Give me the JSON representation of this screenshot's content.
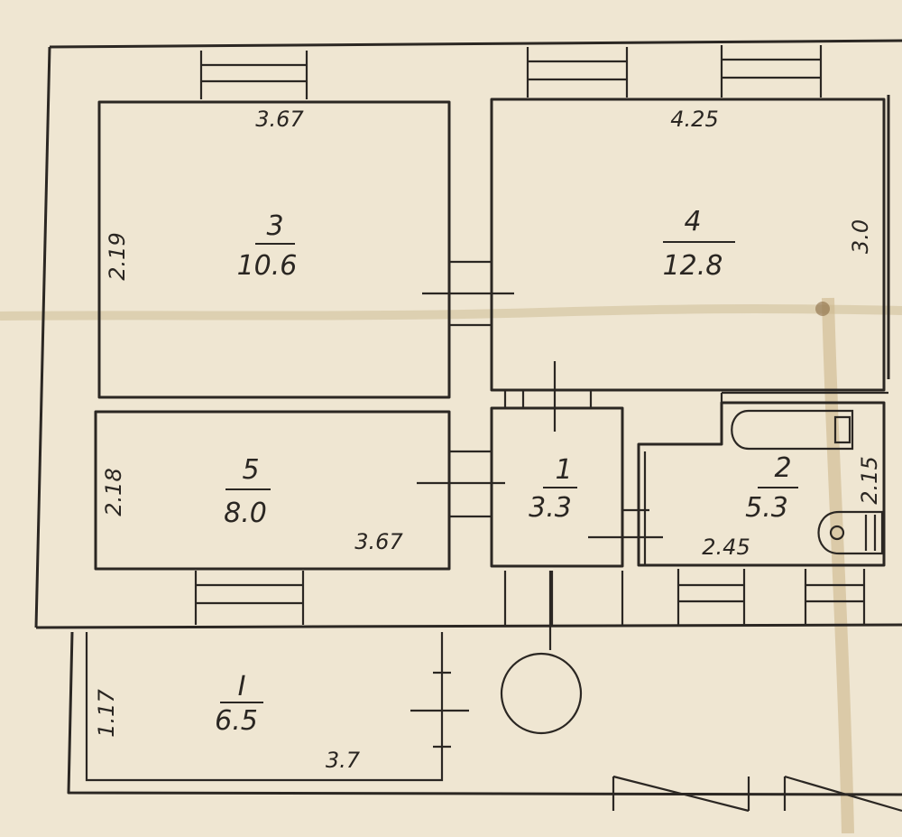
{
  "rooms": {
    "r3": {
      "number": "3",
      "area": "10.6",
      "width": "3.67",
      "height": "2.19"
    },
    "r4": {
      "number": "4",
      "area": "12.8",
      "width": "4.25",
      "height": "3.0"
    },
    "r5": {
      "number": "5",
      "area": "8.0",
      "width": "3.67",
      "height": "2.18"
    },
    "r1": {
      "number": "1",
      "area": "3.3"
    },
    "r2": {
      "number": "2",
      "area": "5.3",
      "width": "2.45",
      "height": "2.15"
    },
    "rI": {
      "number": "I",
      "area": "6.5",
      "width": "3.7",
      "height": "1.17"
    }
  },
  "colors": {
    "paper": "#efe6d2",
    "ink": "#2b2723",
    "stain": "#c9b48a"
  }
}
